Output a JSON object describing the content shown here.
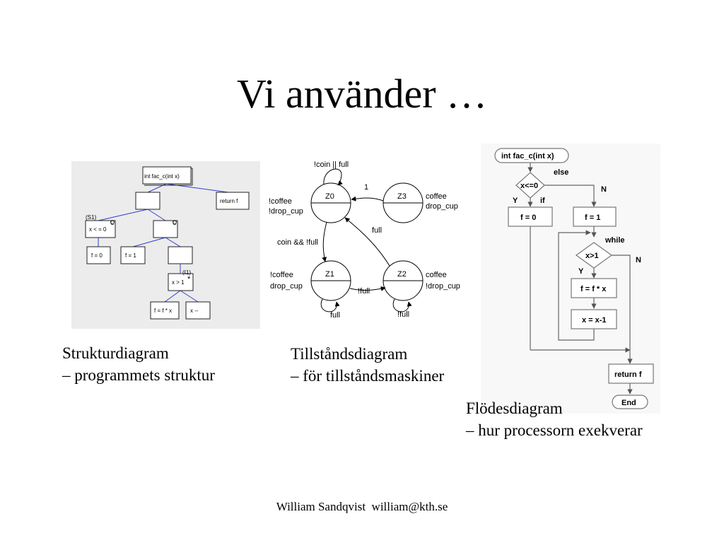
{
  "slide": {
    "title": "Vi använder …",
    "footer": "William Sandqvist  william@kth.se"
  },
  "captions": {
    "struktur": {
      "title": "Strukturdiagram",
      "sub": "– programmets struktur"
    },
    "tillstand": {
      "title": "Tillståndsdiagram",
      "sub": "– för tillståndsmaskiner"
    },
    "flode": {
      "title": "Flödesdiagram",
      "sub": "– hur processorn exekverar"
    }
  },
  "structure_diagram": {
    "root": "int fac_c(int x)",
    "return": "return f",
    "s1": "(S1)",
    "cond_x_le_0": "x < = 0",
    "c1": "C",
    "c2": "C",
    "f0": "f = 0",
    "f1": "f = 1",
    "i1": "(I1)",
    "star": "*",
    "cond_x_gt_1": "x > 1",
    "f_mul": "f = f * x",
    "x_dec": "x --"
  },
  "state_diagram": {
    "z0": "Z0",
    "z1": "Z1",
    "z2": "Z2",
    "z3": "Z3",
    "z0_loop": "!coin || full",
    "z0_out_1": "!coffee",
    "z0_out_2": "!drop_cup",
    "z3_z0": "1",
    "z3_out_1": "coffee",
    "z3_out_2": "drop_cup",
    "z0_z1": "coin && !full",
    "z2_z0": "full",
    "z1_out_1": "!coffee",
    "z1_out_2": "drop_cup",
    "z1_z2": "!full",
    "z1_loop": "full",
    "z2_out_1": "coffee",
    "z2_out_2": "!drop_cup",
    "z2_loop": "!full"
  },
  "flowchart": {
    "start": "int fac_c(int x)",
    "cond1": "x<=0",
    "else": "else",
    "n1": "N",
    "y1": "Y",
    "if": "if",
    "f0": "f = 0",
    "f1": "f = 1",
    "while": "while",
    "cond2": "x>1",
    "n2": "N",
    "y2": "Y",
    "fmul": "f = f * x",
    "xdec": "x = x-1",
    "ret": "return f",
    "end": "End"
  }
}
